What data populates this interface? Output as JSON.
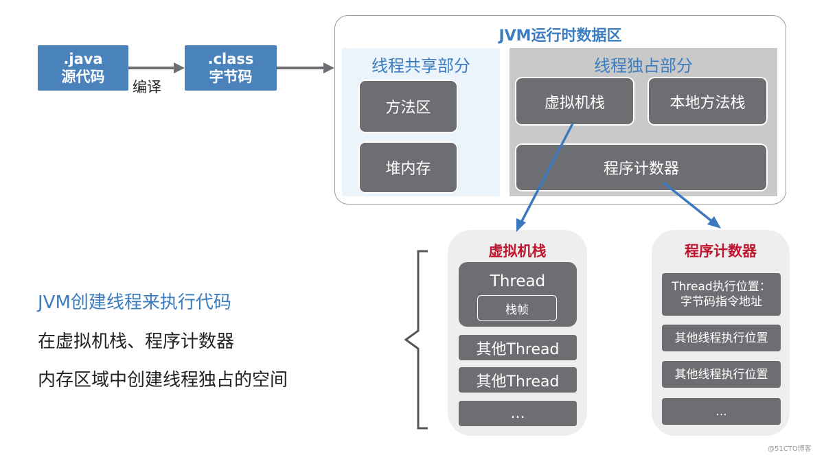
{
  "pipeline": {
    "java_box": [
      ".java",
      "源代码"
    ],
    "compile_label": "编译",
    "class_box": [
      ".class",
      "字节码"
    ]
  },
  "runtime_area": {
    "title": "JVM运行时数据区",
    "shared": {
      "title": "线程共享部分",
      "items": [
        "方法区",
        "堆内存"
      ]
    },
    "exclusive": {
      "title": "线程独占部分",
      "items": [
        "虚拟机栈",
        "本地方法栈",
        "程序计数器"
      ]
    }
  },
  "vm_stack_card": {
    "title": "虚拟机栈",
    "thread_label": "Thread",
    "frame_label": "栈帧",
    "other_threads": [
      "其他Thread",
      "其他Thread"
    ],
    "ellipsis": "..."
  },
  "pc_card": {
    "title": "程序计数器",
    "items": [
      "Thread执行位置：\n字节码指令地址",
      "其他线程执行位置",
      "其他线程执行位置"
    ],
    "ellipsis": "..."
  },
  "side_text": {
    "line1": "JVM创建线程来执行代码",
    "line2": "在虚拟机栈、程序计数器",
    "line3": "内存区域中创建线程独占的空间"
  },
  "watermark": "@51CTO博客",
  "colors": {
    "blue": "#4a82bb",
    "gray_box": "#6d6e72",
    "accent_red": "#c0152f",
    "accent_blue": "#3c7dbf",
    "arrow_blue": "#3b78c0"
  }
}
